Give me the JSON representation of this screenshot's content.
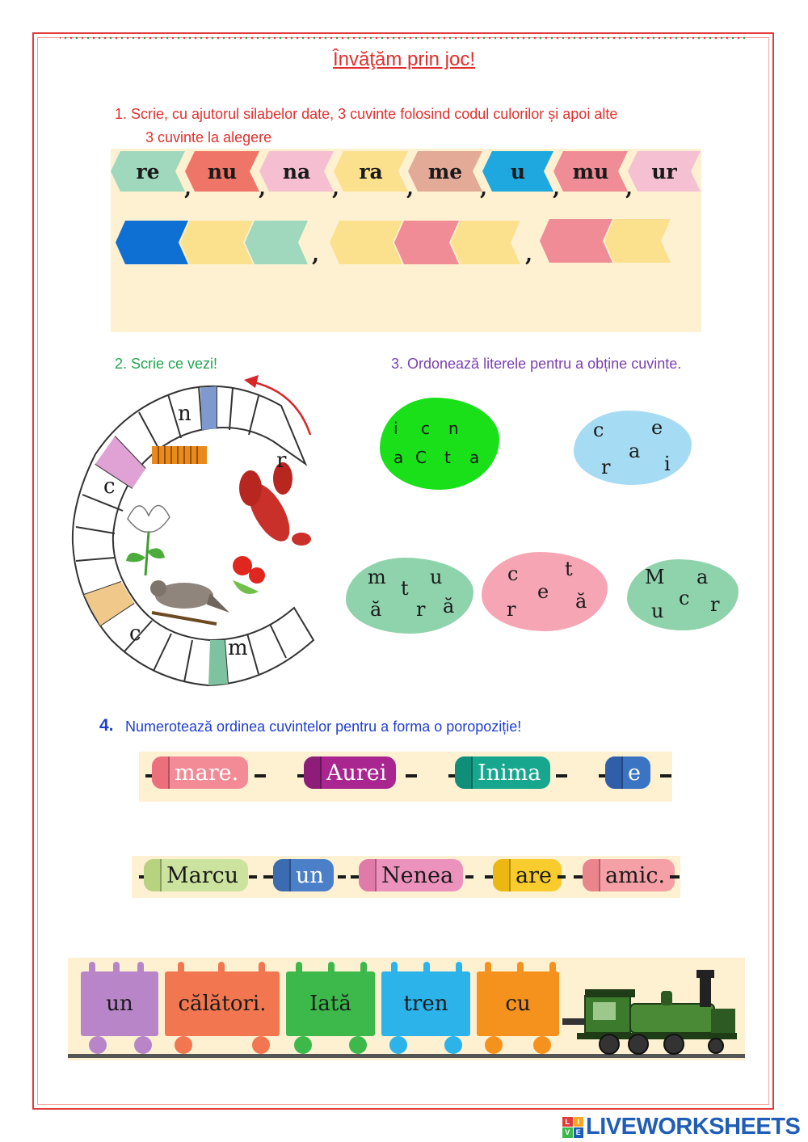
{
  "title": "Învăţăm prin joc!",
  "ex1": {
    "line1": "1.   Scrie, cu ajutorul silabelor date,  3 cuvinte folosind codul culorilor și apoi alte",
    "line2": "3 cuvinte la alegere",
    "syllables": [
      "re",
      "nu",
      "na",
      "ra",
      "me",
      "u",
      "mu",
      "ur"
    ],
    "separator": ","
  },
  "ex2": {
    "instruction": "2.  Scrie ce vezi!",
    "letters": [
      "n",
      "r",
      "c",
      "c",
      "m"
    ],
    "icons": [
      "lobster-icon",
      "lily-icon",
      "bird-icon",
      "poppy-icon",
      "pan-flute-icon"
    ]
  },
  "ex3": {
    "instruction": "3.  Ordonează literele pentru a obține cuvinte.",
    "groups": [
      [
        "i",
        "c",
        "n",
        "a",
        "C",
        "t",
        "a"
      ],
      [
        "c",
        "e",
        "a",
        "r",
        "i"
      ],
      [
        "m",
        "t",
        "u",
        "ă",
        "r",
        "ă"
      ],
      [
        "c",
        "t",
        "e",
        "r",
        "ă"
      ],
      [
        "M",
        "a",
        "c",
        "u",
        "r"
      ]
    ]
  },
  "ex4": {
    "number": "4.",
    "instruction": "Numerotează ordinea cuvintelor pentru a forma o poropoziție!",
    "sentence1": [
      "mare.",
      "Aurei",
      "Inima",
      "e"
    ],
    "sentence2": [
      "Marcu",
      "un",
      "Nenea",
      "are",
      "amic."
    ],
    "train": [
      "un",
      "călători.",
      "Iată",
      "tren",
      "cu"
    ]
  },
  "brand": {
    "logo": [
      "L",
      "I",
      "V",
      "E"
    ],
    "name": "LIVEWORKSHEETS"
  }
}
